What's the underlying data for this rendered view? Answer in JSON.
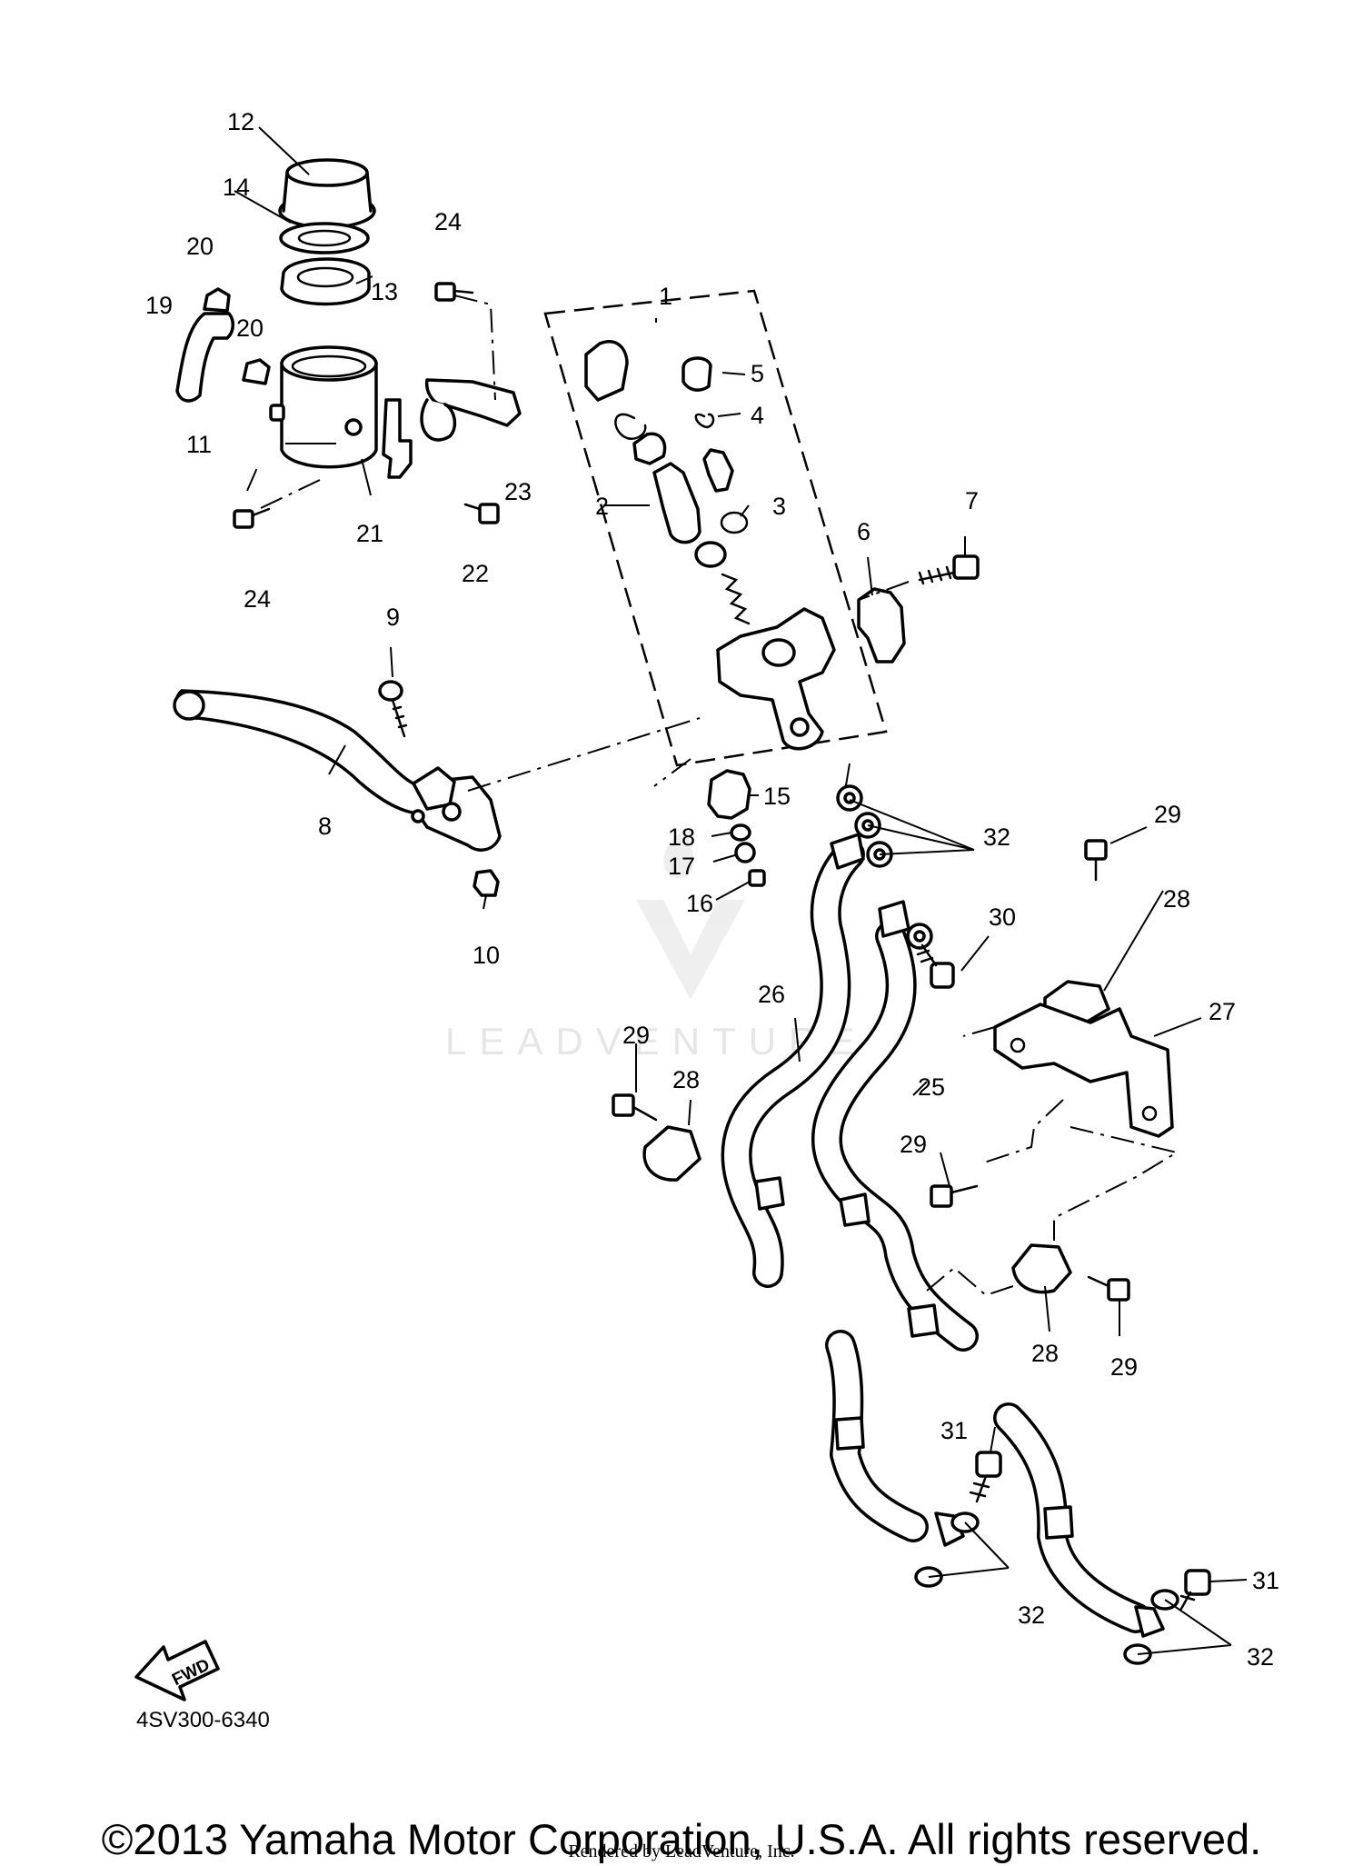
{
  "callouts": {
    "c1": "1",
    "c2": "2",
    "c3": "3",
    "c4": "4",
    "c5": "5",
    "c6": "6",
    "c7": "7",
    "c8": "8",
    "c9": "9",
    "c10": "10",
    "c11": "11",
    "c12": "12",
    "c13": "13",
    "c14": "14",
    "c15": "15",
    "c16": "16",
    "c17": "17",
    "c18": "18",
    "c19": "19",
    "c20a": "20",
    "c20b": "20",
    "c21": "21",
    "c22": "22",
    "c23": "23",
    "c24a": "24",
    "c24b": "24",
    "c25": "25",
    "c26": "26",
    "c27": "27",
    "c28a": "28",
    "c28b": "28",
    "c28c": "28",
    "c29a": "29",
    "c29b": "29",
    "c29c": "29",
    "c29d": "29",
    "c30": "30",
    "c31a": "31",
    "c31b": "31",
    "c32a": "32",
    "c32b": "32",
    "c32c": "32"
  },
  "fwd_label": "FWD",
  "diagram_code": "4SV300-6340",
  "watermark": "LEADVENTURE",
  "copyright": "©2013 Yamaha Motor Corporation, U.S.A. All rights reserved.",
  "rendered_by": "Rendered by LeadVenture, Inc."
}
